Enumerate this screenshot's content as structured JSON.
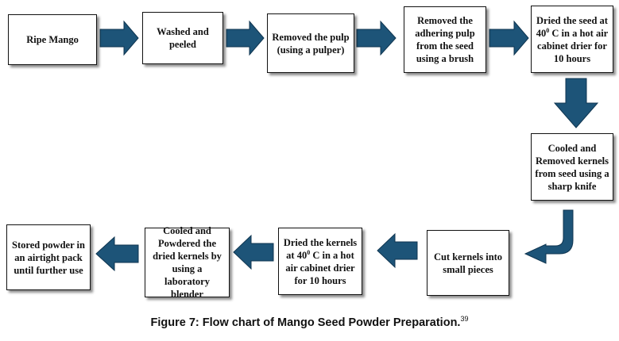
{
  "steps": [
    {
      "id": "ripe-mango",
      "lines": [
        "Ripe Mango"
      ]
    },
    {
      "id": "washed-peeled",
      "lines": [
        "Washed and",
        "peeled"
      ]
    },
    {
      "id": "removed-pulp",
      "lines": [
        "Removed the pulp",
        "(using a pulper)"
      ]
    },
    {
      "id": "removed-adhering-pulp",
      "lines": [
        "Removed the",
        "adhering pulp",
        "from the seed",
        "using a brush"
      ]
    },
    {
      "id": "dried-seed",
      "lines": [
        "Dried the seed at",
        "40^0 C in a hot air",
        "cabinet drier for",
        "10 hours"
      ]
    },
    {
      "id": "cooled-removed-kernels",
      "lines": [
        "Cooled and",
        "Removed kernels",
        "from seed using a",
        "sharp knife"
      ]
    },
    {
      "id": "cut-kernels",
      "lines": [
        "Cut kernels into",
        "small pieces"
      ]
    },
    {
      "id": "dried-kernels",
      "lines": [
        "Dried the kernels",
        "at 40^0 C in a hot",
        "air cabinet drier",
        "for 10 hours"
      ]
    },
    {
      "id": "cooled-powdered",
      "lines": [
        "Cooled and",
        "Powdered the",
        "dried kernels by",
        "using a laboratory",
        "blender"
      ]
    },
    {
      "id": "stored-powder",
      "lines": [
        "Stored powder in",
        "an airtight pack",
        "until further use"
      ]
    }
  ],
  "caption": {
    "text": "Figure 7: Flow chart of Mango Seed Powder Preparation.",
    "superscript": "39"
  },
  "colors": {
    "arrow_fill": "#1d5478",
    "arrow_stroke": "#0f3550",
    "box_border": "#111111"
  }
}
